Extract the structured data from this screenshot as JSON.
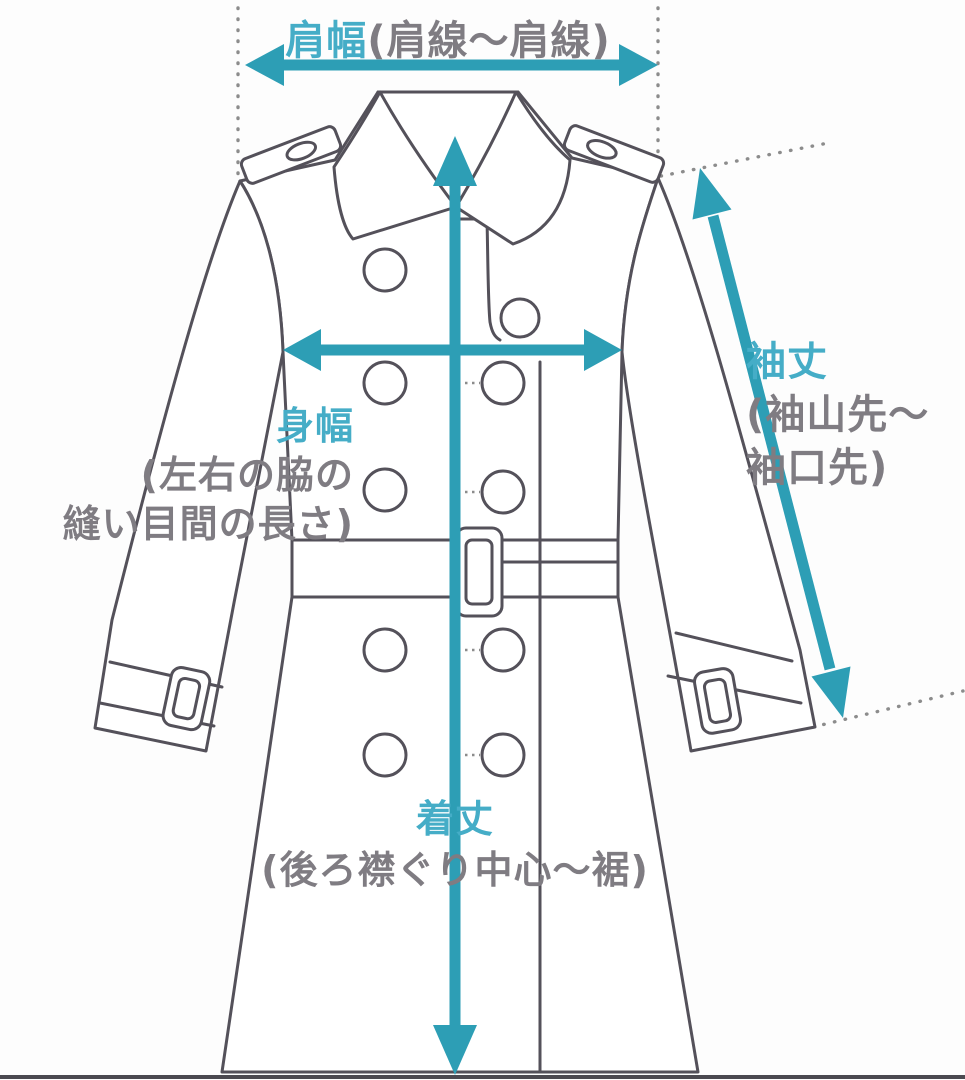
{
  "diagram": {
    "illustration": "trench-coat-line-drawing",
    "labels": {
      "shoulder": {
        "term": "肩幅",
        "detail": "(肩線～肩線)"
      },
      "sleeve": {
        "term": "袖丈",
        "detail_line1": "(袖山先～",
        "detail_line2": "袖口先)"
      },
      "body_width": {
        "term": "身幅",
        "detail_line1": "(左右の脇の",
        "detail_line2": "縫い目間の長さ)"
      },
      "length": {
        "term": "着丈",
        "detail": "(後ろ襟ぐり中心～裾)"
      }
    },
    "colors": {
      "arrow_teal": "#2d9eb5",
      "text_teal": "#45adc7",
      "outline": "#54515a",
      "text_gray": "#7f7c82",
      "guide_gray": "#8c8c8c",
      "border_bottom": "#4b4950",
      "background": "#fdfdfd"
    }
  }
}
